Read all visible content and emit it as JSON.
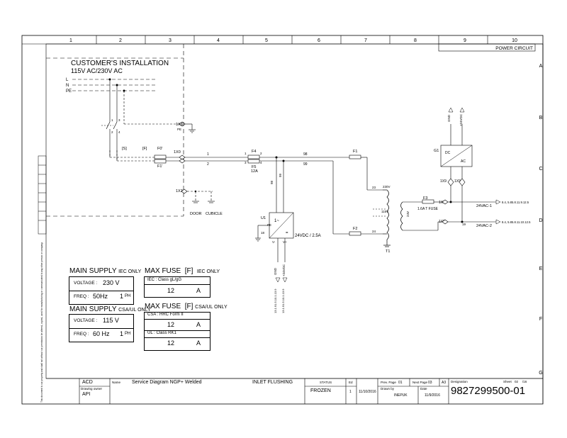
{
  "border": {
    "columns": [
      "1",
      "2",
      "3",
      "4",
      "5",
      "6",
      "7",
      "8",
      "9",
      "10"
    ],
    "rows": [
      "A",
      "B",
      "C",
      "D",
      "E",
      "F",
      "G"
    ],
    "section_title": "POWER CIRCUIT"
  },
  "installation": {
    "title": "CUSTOMER'S INSTALLATION",
    "subtitle": "115V AC/230V AC",
    "lines": [
      "L",
      "N",
      "PE"
    ]
  },
  "tags": {
    "s_label": "[S]",
    "f_label": "[F]",
    "f0": "F0'",
    "f1": "F1'",
    "x3": "1X3",
    "x0": "1X0",
    "x3b": "1X3",
    "pe": "PE",
    "f4": "F4",
    "f5": "F5",
    "f5_rating": "12A",
    "f1_main": "F1",
    "f2": "F2",
    "f3": "F3",
    "f3_rating": "1.6A T FUSE",
    "t1": "T1",
    "u1": "U1",
    "u1_rating": "24VDC / 2.5A",
    "g1": "G1",
    "g1_dc": "DC",
    "g1_ac": "AC",
    "tap_230": "230V",
    "tap_115": "115V",
    "tap_24": "24V",
    "door": "DOOR",
    "cubicle": "CUBICLE",
    "gnd": "GND",
    "v24dc": "+24VDC",
    "x5": "1X5",
    "x9": "1X9",
    "vac1": "24VAC-1",
    "vac2": "24VAC-2",
    "vac1_ref": "8.4, 5.85.8.11.9.12.5",
    "vac2_ref": "8.4, 5.85.8.11.10.12.5",
    "u1_out_ref": "13.1.91.5.10.1.13.9",
    "w1": "1",
    "w2": "2",
    "w98": "98",
    "w99": "99",
    "w23": "23",
    "w24": "24",
    "w19": "19"
  },
  "main_supply_iec": {
    "title": "MAIN SUPPLY",
    "qualifier": "IEC ONLY",
    "voltage_label": "VOLTAGE :",
    "voltage": "230 V",
    "freq_label": "FREQ :",
    "freq": "50Hz",
    "phase": "1",
    "phase_unit": "PH"
  },
  "max_fuse_iec": {
    "title": "MAX FUSE",
    "tag": "[F]",
    "qualifier": "IEC ONLY",
    "class_label": "IEC : Class gL/gG",
    "value": "12",
    "unit": "A"
  },
  "main_supply_csa": {
    "title": "MAIN SUPPLY",
    "qualifier": "CSA/UL ONLY",
    "voltage_label": "VOLTAGE :",
    "voltage": "115 V",
    "freq_label": "FREQ :",
    "freq": "60 Hz",
    "phase": "1",
    "phase_unit": "PH"
  },
  "max_fuse_csa": {
    "title": "MAX FUSE",
    "tag": "[F]",
    "qualifier": "CSA/UL ONLY",
    "class1_label": "CSA : HRC Form II",
    "value1": "12",
    "unit1": "A",
    "class2_label": "UL : Class RK1",
    "value2": "12",
    "unit2": "A"
  },
  "title_block": {
    "company": "ACD",
    "owner_label": "Drawing owner",
    "owner": "API",
    "name_label": "Name",
    "name": "Service Diagram NGP+ Welded",
    "subtitle": "INLET FLUSHING",
    "status_label": "STATUS",
    "status": "FROZEN",
    "ed_label": "Ed",
    "ed": "1",
    "date1": "11/10/2016",
    "prev_label": "Prev. Page",
    "prev": "01",
    "next_label": "Next Page",
    "next": "03",
    "size": "A3",
    "drawn_label": "Drawn by",
    "drawn_by": "INEPUK",
    "date_label": "Date",
    "date2": "11/9/2016",
    "designation_label": "Designation",
    "sheet_label": "Sheet",
    "sheet": "02",
    "sheet_of": "/16",
    "designation": "9827299500-01"
  },
  "side_note": "This document is our property and shall not without our permission be altered, copied, used for manufacturing or communicated to any other person or company."
}
